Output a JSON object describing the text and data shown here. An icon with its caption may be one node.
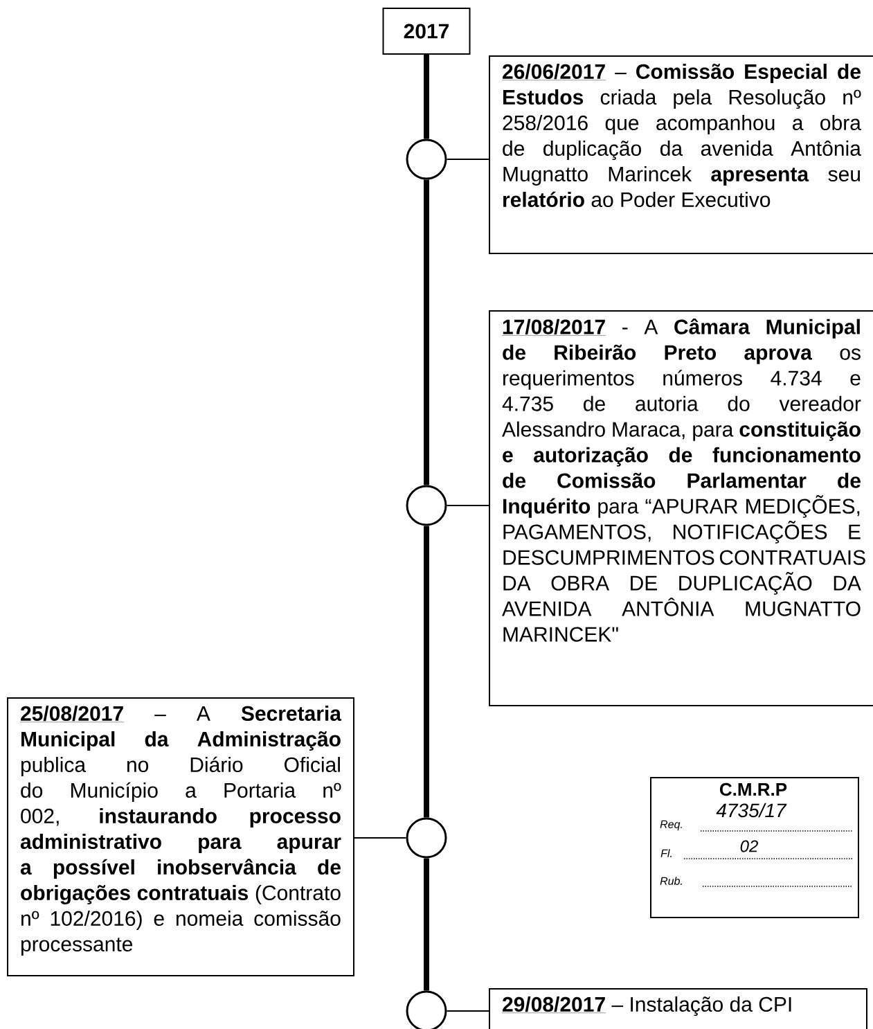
{
  "diagram": {
    "nodes": [
      {
        "text": [
          "2017"
        ]
      },
      {
        "text": [],
        "shape": "circle"
      },
      {
        "text": [
          "26/06/2017",
          "– **Comissão Especial de Estudos** criada pela Resolução nº 258/2016 que acompanhou a obra de duplicação da avenida Antônia Mugnatto Marincek **apresenta** seu **relatório** ao Poder Executivo"
        ]
      },
      {
        "text": [],
        "shape": "circle"
      },
      {
        "text": [
          "17/08/2017",
          "- A **Câmara Municipal de Ribeirão Preto aprova** os requerimentos números 4.734 e 4.735 de autoria do vereador Alessandro Maraca, para **constituição e autorização de funcionamento de Comissão Parlamentar de Inquérito** para “APURAR MEDIÇÕES, PAGAMENTOS, NOTIFICAÇÕES E DESCUMPRIMENTOS CONTRATUAIS DA OBRA DE DUPLICAÇÃO DA AVENIDA ANTÔNIA MUGNATTO MARINCEK\""
        ]
      },
      {
        "text": [],
        "shape": "circle"
      },
      {
        "text": [
          "25/08/2017",
          "– A **Secretaria Municipal da Administração** publica no Diário Oficial do Município a Portaria nº 002, **instaurando processo administrativo para apurar a possível inobservância de obrigações contratuais** (Contrato nº 102/2016) e nomeia comissão processante"
        ]
      },
      {
        "text": [],
        "shape": "circle"
      },
      {
        "text": [
          "29/08/2017",
          "– Instalação da CPI"
        ]
      }
    ],
    "edges": [
      {
        "from": 0,
        "to": 1,
        "arrow": "none",
        "style": "thick"
      },
      {
        "from": 1,
        "to": 3,
        "arrow": "none",
        "style": "thick"
      },
      {
        "from": 3,
        "to": 5,
        "arrow": "none",
        "style": "thick"
      },
      {
        "from": 5,
        "to": 7,
        "arrow": "none",
        "style": "thick"
      },
      {
        "from": 1,
        "to": 2,
        "arrow": "none"
      },
      {
        "from": 3,
        "to": 4,
        "arrow": "none"
      },
      {
        "from": 5,
        "to": 6,
        "arrow": "none"
      },
      {
        "from": 7,
        "to": 8,
        "arrow": "none"
      }
    ],
    "labels": [
      "C.M.R.P",
      "4735/17",
      "Req.",
      "02",
      "Fl.",
      "Rub."
    ]
  }
}
